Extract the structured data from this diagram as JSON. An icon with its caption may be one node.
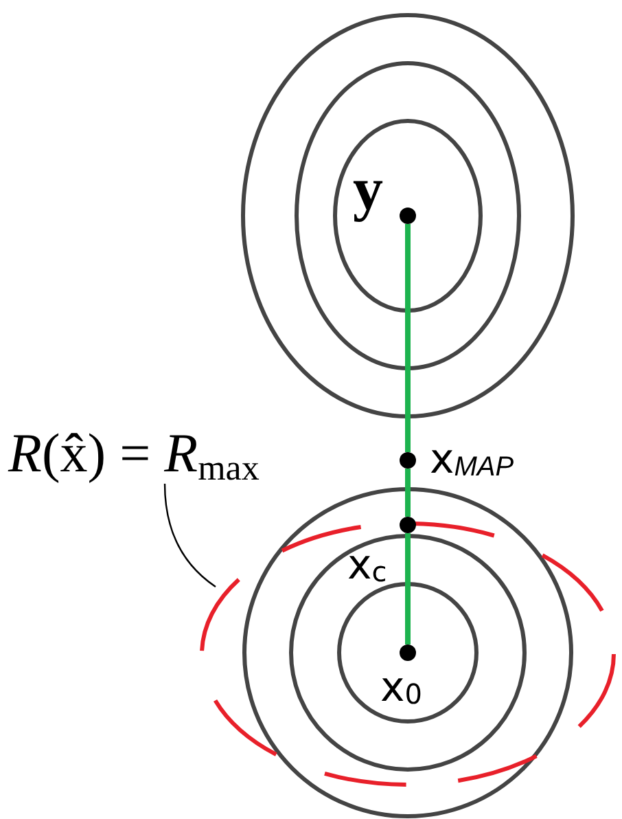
{
  "diagram": {
    "nodes": [
      {
        "text": [],
        "shape": "circle",
        "beside": [
          "y"
        ]
      },
      {
        "text": [],
        "shape": "circle",
        "beside": [
          "x$_{MAP}$"
        ]
      },
      {
        "text": [],
        "shape": "circle",
        "beside": [
          "x$_{c}$"
        ]
      },
      {
        "text": [],
        "shape": "circle",
        "beside": [
          "x$_{0}$"
        ]
      },
      {
        "text": [
          "*R*(x̂) = *R*$_{max}$"
        ]
      }
    ],
    "edges": [
      {
        "from": 0,
        "to": 1,
        "arrow": "none"
      },
      {
        "from": 1,
        "to": 2,
        "arrow": "none"
      },
      {
        "from": 2,
        "to": 3,
        "arrow": "none"
      },
      {
        "from": 4,
        "to": null,
        "arrow": "none",
        "color": "#000000"
      }
    ]
  }
}
